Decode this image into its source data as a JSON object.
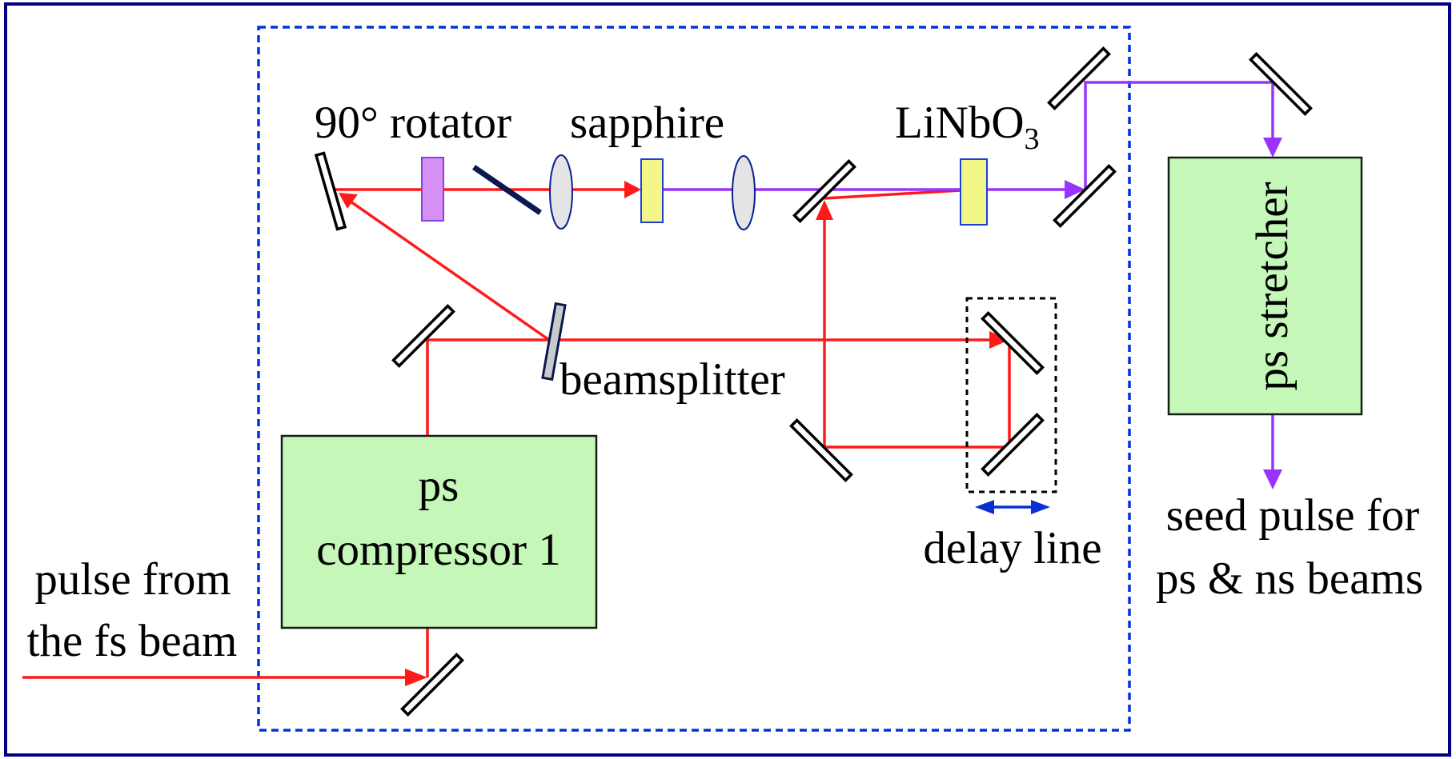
{
  "diagram": {
    "type": "optical-setup",
    "colors": {
      "frame": "#000080",
      "enclosure_dashed": "#0033dd",
      "red_beam": "#ff1a1a",
      "violet_beam": "#9933ff",
      "box_fill": "#c4f7b8",
      "rotator_fill": "#d68ff5",
      "crystal_fill": "#f3f78a",
      "lens_fill": "#e3e4e3",
      "beamsplitter_fill": "#c8cacb",
      "delay_arrow": "#0a2fd6",
      "polarizer": "#0c1850"
    },
    "labels": {
      "rotator": "90° rotator",
      "sapphire": "sapphire",
      "linbo3_main": "LiNbO",
      "linbo3_sub": "3",
      "beamsplitter": "beamsplitter",
      "compressor_line1": "ps",
      "compressor_line2": "compressor 1",
      "delay_line": "delay line",
      "stretcher": "ps stretcher",
      "input_line1": "pulse from",
      "input_line2": "the fs beam",
      "output_line1": "seed pulse for",
      "output_line2": "ps & ns beams"
    }
  }
}
